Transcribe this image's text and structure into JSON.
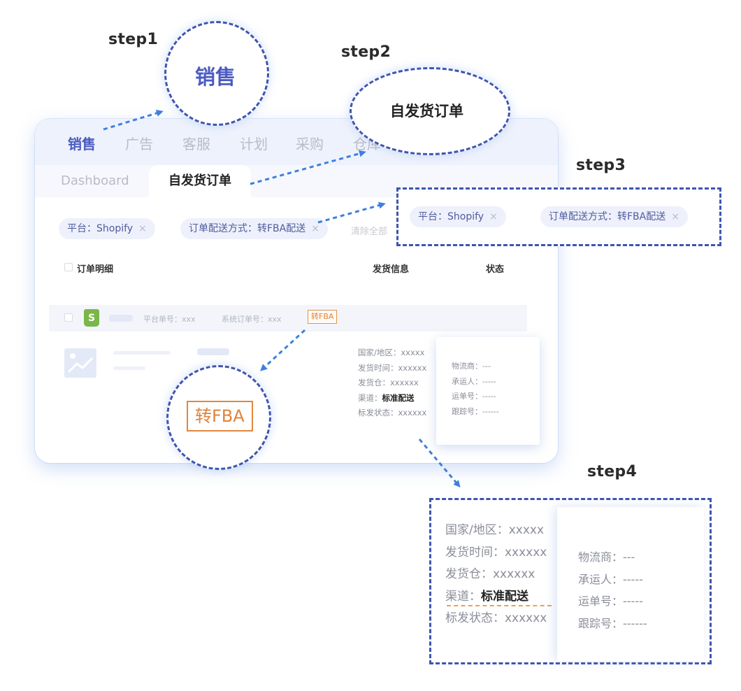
{
  "steps": {
    "step1": "step1",
    "step2": "step2",
    "step3": "step3",
    "step4": "step4"
  },
  "topnav": {
    "items": [
      {
        "label": "销售",
        "active": true
      },
      {
        "label": "广告"
      },
      {
        "label": "客服"
      },
      {
        "label": "计划"
      },
      {
        "label": "采购"
      },
      {
        "label": "仓库"
      }
    ]
  },
  "subnav": {
    "tabs": [
      {
        "label": "Dashboard"
      },
      {
        "label": "自发货订单",
        "active": true
      }
    ]
  },
  "filters": {
    "chips": [
      {
        "label": "平台：Shopify",
        "close": "×"
      },
      {
        "label": "订单配送方式：转FBA配送",
        "close": "×"
      }
    ],
    "clear_all": "清除全部"
  },
  "table": {
    "columns": [
      "订单明细",
      "发货信息",
      "状态"
    ],
    "row": {
      "platform_icon": "shopify-icon",
      "platform_glyph": "S",
      "platform_order_no": "平台单号：xxx",
      "system_order_no": "系统订单号：xxx",
      "tag": "转FBA"
    }
  },
  "shipping_info": {
    "country": "国家/地区：xxxxx",
    "ship_time": "发货时间：xxxxxx",
    "warehouse": "发货仓：xxxxxx",
    "channel_label": "渠道：",
    "channel_value": "标准配送",
    "mark_status": "标发状态：xxxxxx"
  },
  "logistics_popover": {
    "carrier": "物流商：---",
    "shipper": "承运人：-----",
    "waybill": "运单号：-----",
    "tracking": "跟踪号：------"
  },
  "callouts": {
    "step1_text": "销售",
    "step2_text": "自发货订单",
    "fba_text": "转FBA"
  },
  "colors": {
    "accent": "#3f55ae",
    "nav_active": "#4a5bc0",
    "fba_orange": "#e0823a",
    "arrow_blue": "#3d7fe0"
  }
}
